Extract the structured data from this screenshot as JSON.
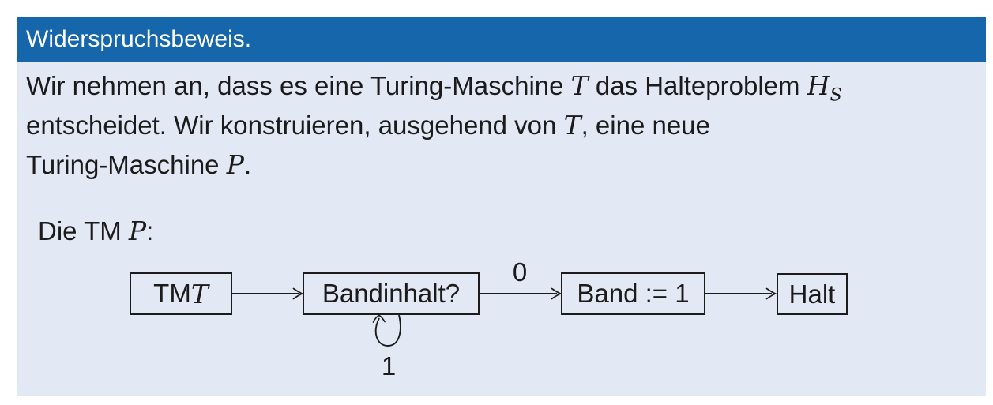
{
  "colors": {
    "header_bg": "#1566aa",
    "body_bg": "#e3e8f5",
    "page_bg": "#ffffff",
    "text": "#1b1b1b",
    "line": "#1c1c1c",
    "title_text": "#ffffff"
  },
  "header": {
    "title": "Widerspruchsbeweis."
  },
  "paragraph": {
    "line1": [
      {
        "t": "Wir nehmen an, dass es eine Turing-Maschine ",
        "s": "plain"
      },
      {
        "t": "T",
        "s": "math"
      },
      {
        "t": " das Halteproblem ",
        "s": "plain"
      },
      {
        "t": "H",
        "s": "math"
      },
      {
        "t": "S",
        "s": "mathsub"
      }
    ],
    "line2": [
      {
        "t": "entscheidet. Wir konstruieren, ausgehend von ",
        "s": "plain"
      },
      {
        "t": "T",
        "s": "math"
      },
      {
        "t": ", eine neue",
        "s": "plain"
      }
    ],
    "line3": [
      {
        "t": "Turing-Maschine ",
        "s": "plain"
      },
      {
        "t": "P",
        "s": "math"
      },
      {
        "t": ".",
        "s": "plain"
      }
    ]
  },
  "lead": [
    {
      "t": "Die TM ",
      "s": "plain"
    },
    {
      "t": "P",
      "s": "math"
    },
    {
      "t": ":",
      "s": "plain"
    }
  ],
  "diagram": {
    "boxes": [
      {
        "id": "tm-t",
        "runs": [
          {
            "t": "TM ",
            "s": "plain"
          },
          {
            "t": "T",
            "s": "math"
          }
        ]
      },
      {
        "id": "bandinhalt",
        "runs": [
          {
            "t": "Bandinhalt?",
            "s": "plain"
          }
        ]
      },
      {
        "id": "band-assign",
        "runs": [
          {
            "t": "Band := 1",
            "s": "plain"
          }
        ]
      },
      {
        "id": "halt",
        "runs": [
          {
            "t": "Halt",
            "s": "plain"
          }
        ]
      }
    ],
    "edge_labels": {
      "zero": "0",
      "one": "1"
    }
  }
}
